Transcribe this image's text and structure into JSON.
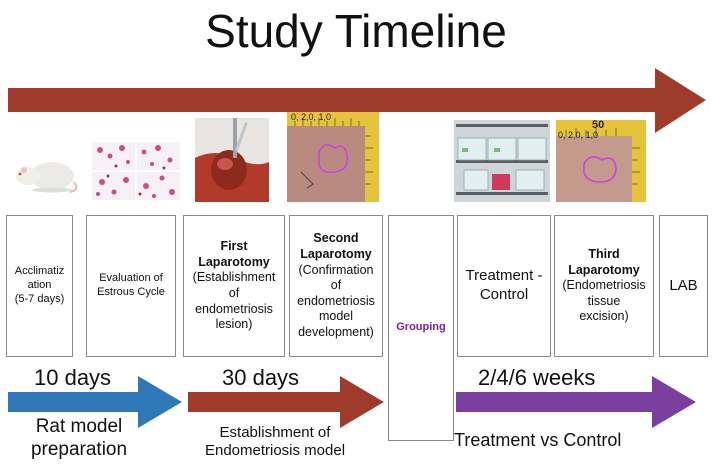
{
  "title": "Study Timeline",
  "colors": {
    "main_arrow": "#9e3b2a",
    "blue_arrow": "#2e78b8",
    "red_arrow": "#9e3b2a",
    "purple_arrow": "#7b3fa0",
    "grouping_text": "#7b1fa2"
  },
  "stages": {
    "acclimatization": [
      "Acclimatiz",
      "ation",
      "(5-7 days)"
    ],
    "estrous": [
      "Evaluation of",
      "Estrous Cycle"
    ],
    "first_lap": {
      "title": [
        "First",
        "Laparotomy"
      ],
      "detail": [
        "(Establishment",
        "of",
        "endometriosis",
        "lesion)"
      ]
    },
    "second_lap": {
      "title": [
        "Second",
        "Laparotomy"
      ],
      "detail": [
        "(Confirmation",
        "of",
        "endometriosis",
        "model",
        "development)"
      ]
    },
    "grouping": "Grouping",
    "treatment": [
      "Treatment -",
      "Control"
    ],
    "third_lap": {
      "title": [
        "Third",
        "Laparotomy"
      ],
      "detail": [
        "(Endometriosis",
        "tissue",
        "excision)"
      ]
    },
    "lab": "LAB"
  },
  "durations": {
    "d1": "10 days",
    "d2": "30 days",
    "d3": "2/4/6 weeks"
  },
  "captions": {
    "c1": [
      "Rat model",
      "preparation"
    ],
    "c2": [
      "Establishment of",
      "Endometriosis model"
    ],
    "c3": "Treatment vs Control"
  },
  "ruler_labels": {
    "r1": "0, 2,0, 1,0",
    "r2": "50",
    "r3": "0, 2,0, 1,0"
  }
}
